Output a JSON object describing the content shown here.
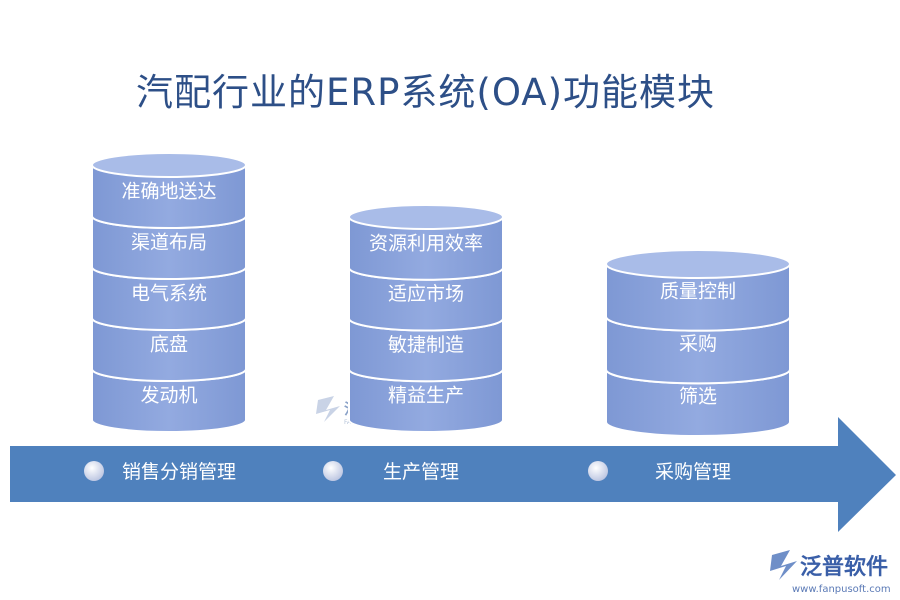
{
  "title": "汽配行业的ERP系统(OA)功能模块",
  "stacks": [
    {
      "segments": [
        "准确地送达",
        "渠道布局",
        "电气系统",
        "底盘",
        "发动机"
      ]
    },
    {
      "segments": [
        "资源利用效率",
        "适应市场",
        "敏捷制造",
        "精益生产"
      ]
    },
    {
      "segments": [
        "质量控制",
        "采购",
        "筛选"
      ]
    }
  ],
  "arrow": {
    "items": [
      "销售分销管理",
      "生产管理",
      "采购管理"
    ]
  },
  "watermark": {
    "text": "泛普",
    "sub": "FANPU SOFTWARE"
  },
  "logo": {
    "text": "泛普软件",
    "url": "www.fanpusoft.com"
  },
  "colors": {
    "title": "#2d4f87",
    "cylinder_body": "#8ca4dc",
    "cylinder_top": "#a9bce8",
    "cylinder_edge": "#ffffff",
    "arrow": "#4f81bd",
    "bullet": "#d8def0"
  }
}
